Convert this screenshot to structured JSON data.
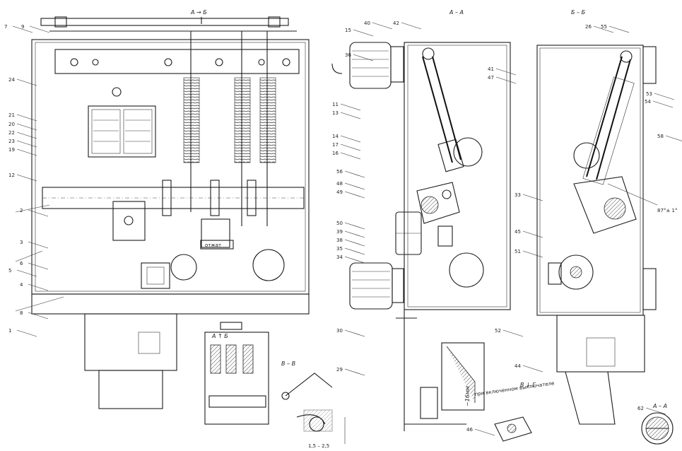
{
  "views": {
    "front_section_marker": "А → Б",
    "section_aa_title": "А – А",
    "section_bb_title": "Б – Б",
    "detail_vv_title": "В – В",
    "detail_vv_caption": "В ↓ Г",
    "detail_vv_note": "при включенном выключателе",
    "detail_aa_title": "А – А",
    "angle_note": "87°± 1°",
    "dim_note": "~16мм",
    "small_dim_1": "1,5 – 2,5"
  },
  "leader_labels": [
    "24",
    "21",
    "20",
    "22",
    "23",
    "19",
    "12",
    "2",
    "3",
    "6",
    "4",
    "8",
    "1",
    "5",
    "11",
    "13",
    "14",
    "17",
    "16",
    "15",
    "36",
    "40",
    "42",
    "56",
    "41",
    "47",
    "48",
    "49",
    "50",
    "39",
    "38",
    "35",
    "34",
    "33",
    "45",
    "26",
    "55",
    "53",
    "58",
    "51",
    "44",
    "30",
    "29",
    "52",
    "46",
    "62",
    "54",
    "7",
    "9"
  ],
  "plate_labels": {
    "plate_front": "отжат",
    "plate_base": "1"
  }
}
